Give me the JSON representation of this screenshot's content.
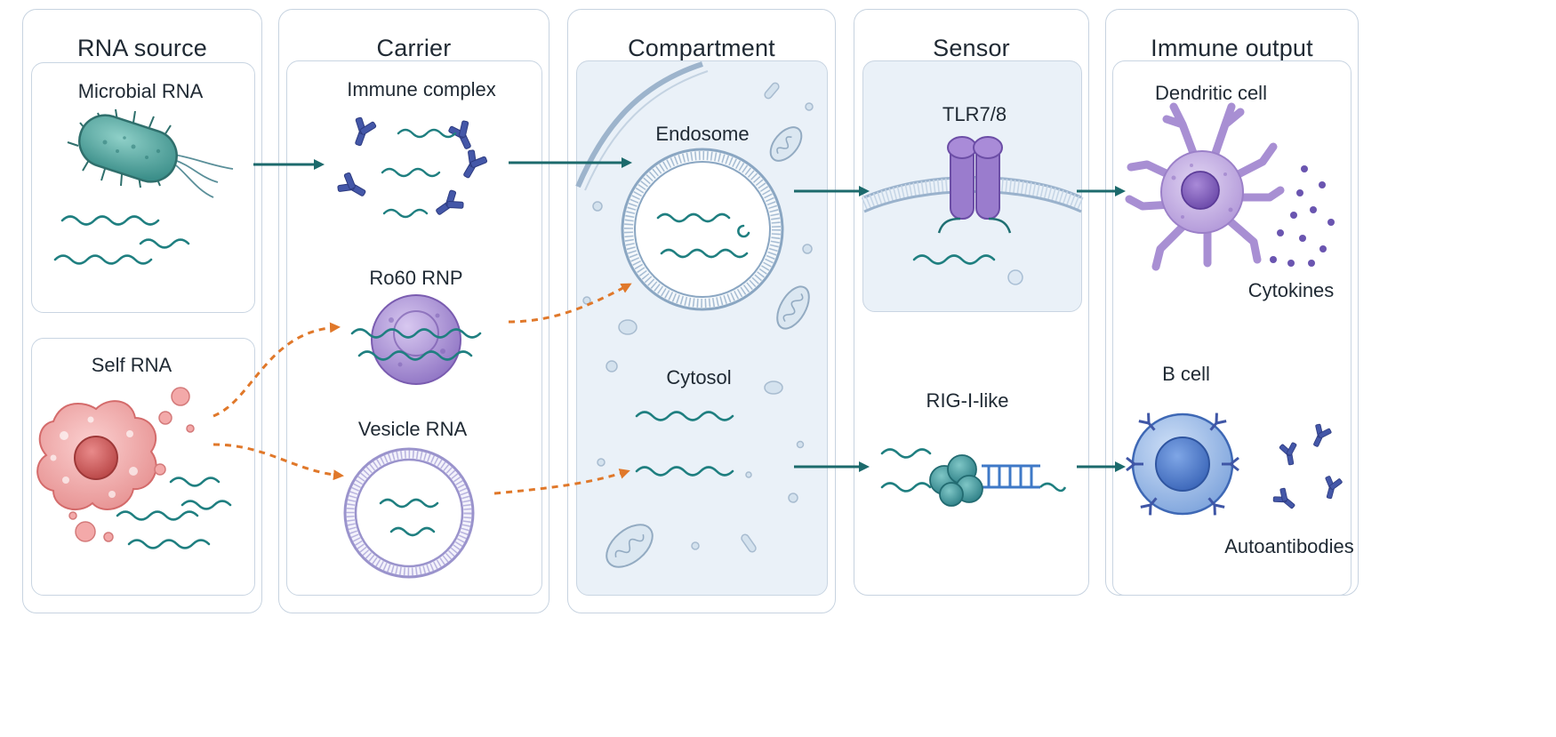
{
  "columns": [
    {
      "title": "RNA source"
    },
    {
      "title": "Carrier"
    },
    {
      "title": "Compartment"
    },
    {
      "title": "Sensor"
    },
    {
      "title": "Immune output"
    }
  ],
  "labels": {
    "microbial_rna": "Microbial RNA",
    "self_rna": "Self RNA",
    "immune_complex": "Immune complex",
    "ro60_rnp": "Ro60 RNP",
    "vesicle_rna": "Vesicle RNA",
    "endosome": "Endosome",
    "cytosol": "Cytosol",
    "tlr78": "TLR7/8",
    "rig_i_like": "RIG-I-like",
    "dendritic_cell": "Dendritic cell",
    "cytokines": "Cytokines",
    "b_cell": "B cell",
    "autoantibodies": "Autoantibodies"
  },
  "colors": {
    "rna": "#1f7f80",
    "solid_arrow": "#1c6a6c",
    "dashed_arrow": "#e0782a",
    "antibody": "#3d4fa0",
    "receptor": "#8c6cc0",
    "bacterium": "#4f9e98",
    "self_cell": "#e88a8a",
    "dendritic": "#b39ad8",
    "bcell": "#4f7fc8"
  },
  "icons": [
    "bacterium-icon",
    "self-cell-icon",
    "antibody-icon",
    "ro60-rnp-icon",
    "vesicle-icon",
    "endosome-icon",
    "mitochondrion-icon",
    "tlr-receptor-icon",
    "rig-i-helicase-icon",
    "dendritic-cell-icon",
    "b-cell-icon"
  ]
}
